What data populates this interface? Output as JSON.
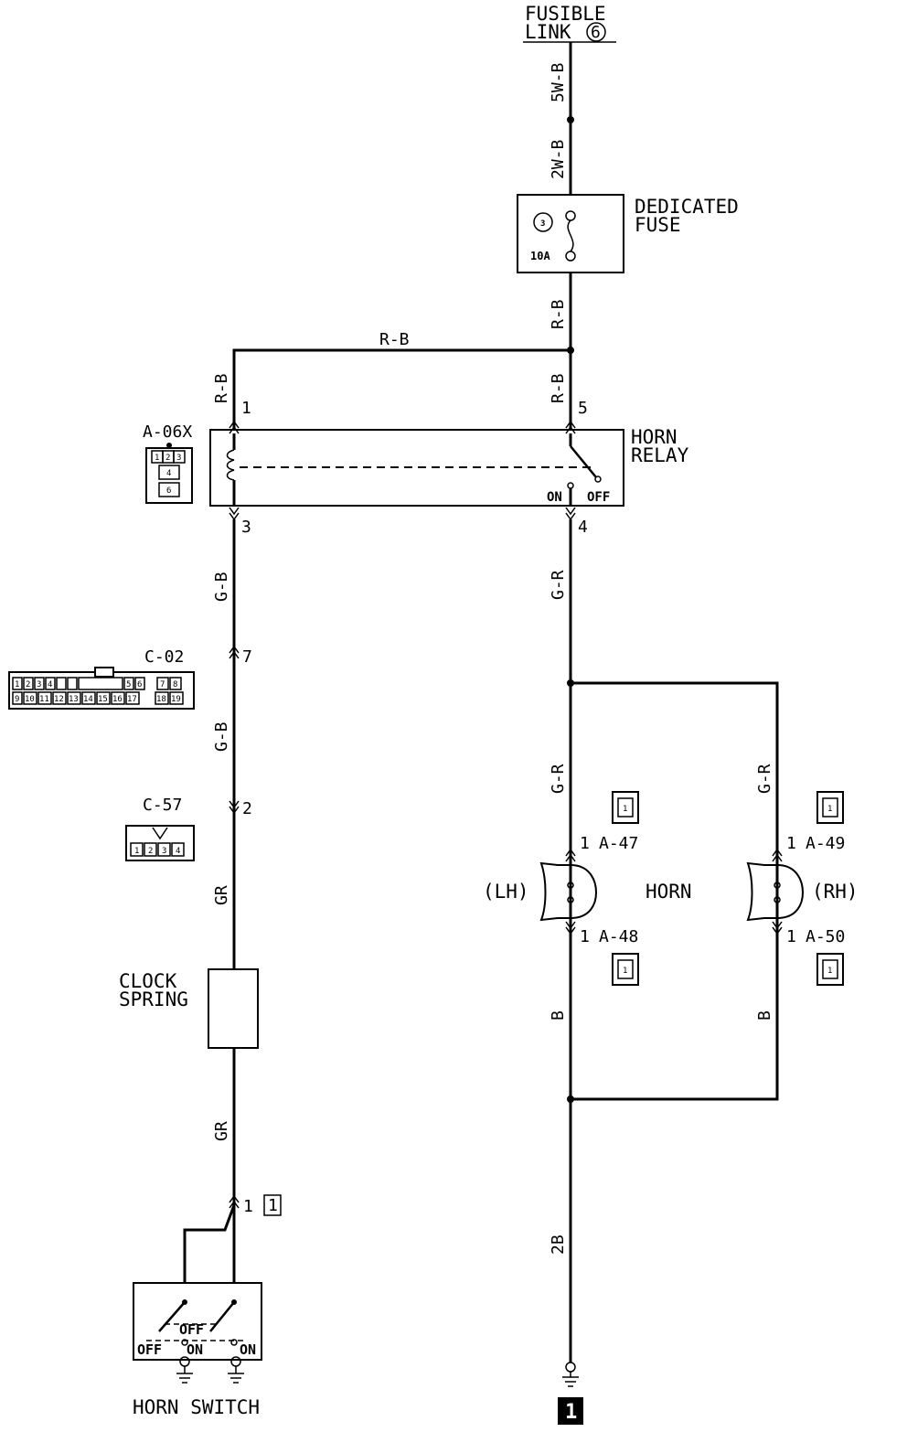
{
  "labels": {
    "fusible_link": [
      "FUSIBLE",
      "LINK"
    ],
    "fusible_link_no": "6",
    "dedicated_fuse": [
      "DEDICATED",
      "FUSE"
    ],
    "fuse_no": "3",
    "fuse_rating": "10A",
    "horn_relay": [
      "HORN",
      "RELAY"
    ],
    "relay_on": "ON",
    "relay_off": "OFF",
    "clock_spring": [
      "CLOCK",
      "SPRING"
    ],
    "horn_switch": "HORN SWITCH",
    "switch_off_top": "OFF",
    "switch_off_left": "OFF",
    "switch_on_mid": "ON",
    "switch_on_right": "ON",
    "horn": "HORN",
    "lh": "(LH)",
    "rh": "(RH)",
    "ground_no": "1"
  },
  "wires": {
    "w_5wb": "5W-B",
    "w_2wb": "2W-B",
    "w_rb_fuse": "R-B",
    "w_rb_top": "R-B",
    "w_rb_left": "R-B",
    "w_rb_right": "R-B",
    "w_gb_upper": "G-B",
    "w_gb_lower": "G-B",
    "w_gr_upper": "GR",
    "w_gr_lower": "GR",
    "w_gr_right": "G-R",
    "w_gr_lh": "G-R",
    "w_gr_rh": "G-R",
    "w_b_lh": "B",
    "w_b_rh": "B",
    "w_2b": "2B"
  },
  "connectors": {
    "a06x": {
      "name": "A-06X",
      "pins": [
        "1",
        "2",
        "3",
        "4",
        "6"
      ]
    },
    "c02": {
      "name": "C-02",
      "row1": [
        "1",
        "2",
        "3",
        "4",
        "",
        "",
        "",
        "5",
        "6",
        "7",
        "8"
      ],
      "row2": [
        "9",
        "10",
        "11",
        "12",
        "13",
        "14",
        "15",
        "16",
        "17",
        "18",
        "19"
      ]
    },
    "c57": {
      "name": "C-57",
      "pins": [
        "1",
        "2",
        "3",
        "4"
      ]
    },
    "a47": "A-47",
    "a48": "A-48",
    "a49": "A-49",
    "a50": "A-50"
  },
  "pins": {
    "relay_1": "1",
    "relay_3": "3",
    "relay_5": "5",
    "relay_4": "4",
    "c02_7": "7",
    "c57_2": "2",
    "sw_1": "1",
    "sw_box": "1",
    "a47_1": "1",
    "a48_1": "1",
    "a49_1": "1",
    "a50_1": "1",
    "icon_a47": "1",
    "icon_a48": "1",
    "icon_a49": "1",
    "icon_a50": "1"
  }
}
